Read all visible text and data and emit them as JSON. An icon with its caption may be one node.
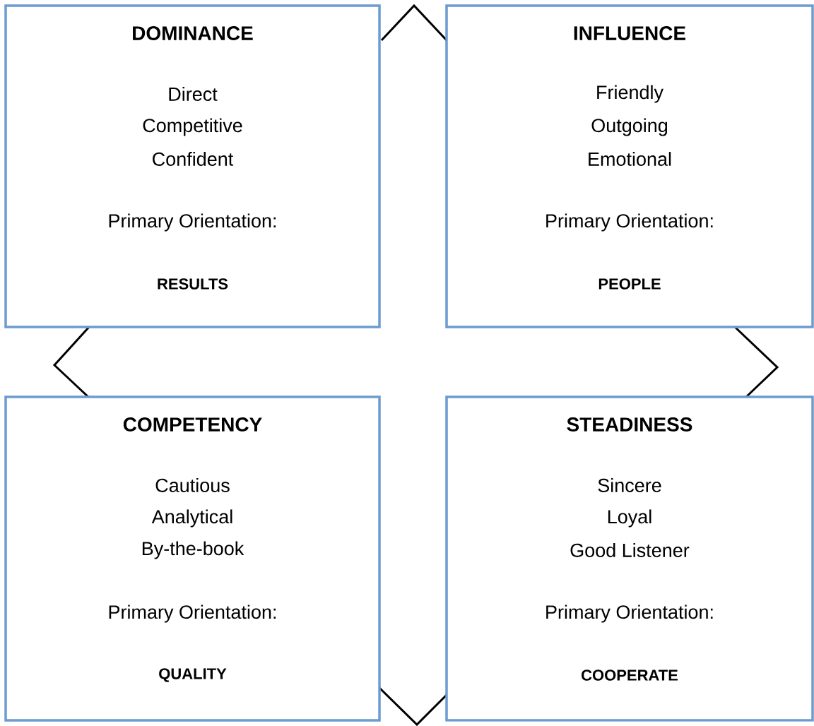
{
  "diagram": {
    "nodes": [
      {
        "text": [
          "DOMINANCE",
          "Direct",
          "Competitive",
          "Confident",
          "Primary Orientation:",
          "RESULTS"
        ]
      },
      {
        "text": [
          "INFLUENCE",
          "Friendly",
          "Outgoing",
          "Emotional",
          "Primary Orientation:",
          "PEOPLE"
        ]
      },
      {
        "text": [
          "COMPETENCY",
          "Cautious",
          "Analytical",
          "By-the-book",
          "Primary Orientation:",
          "QUALITY"
        ]
      },
      {
        "text": [
          "STEADINESS",
          "Sincere",
          "Loyal",
          "Good Listener",
          "Primary Orientation:",
          "COOPERATE"
        ]
      }
    ]
  }
}
